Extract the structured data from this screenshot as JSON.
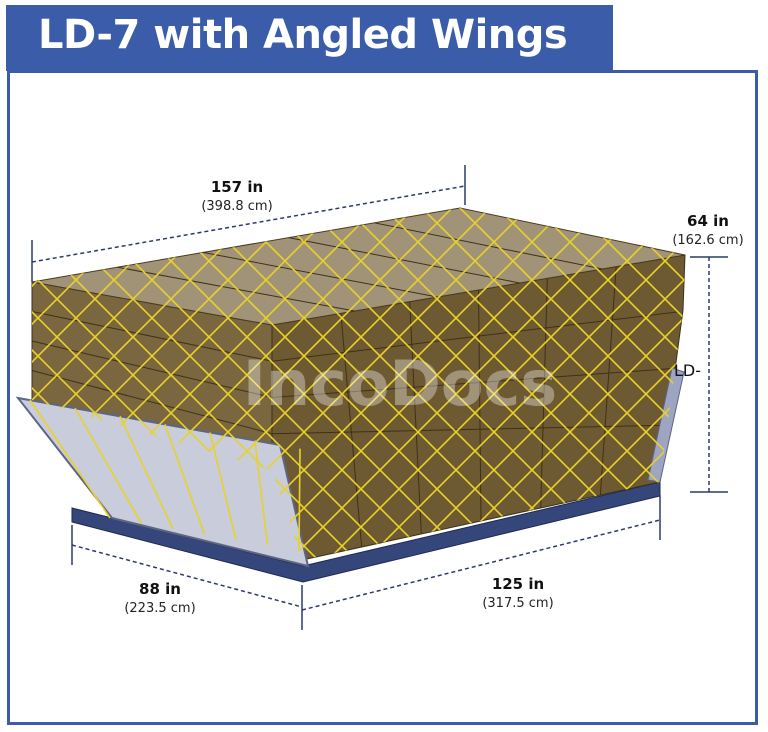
{
  "title": "LD-7 with Angled Wings",
  "watermark": "IncoDocs",
  "dimensions": {
    "length": {
      "imperial": "157 in",
      "metric": "(398.8 cm)"
    },
    "height": {
      "imperial": "64 in",
      "metric": "(162.6 cm)"
    },
    "width": {
      "imperial": "88 in",
      "metric": "(223.5 cm)"
    },
    "depth": {
      "imperial": "125 in",
      "metric": "(317.5 cm)"
    }
  },
  "side_label": "LD-",
  "colors": {
    "frame": "#3a5ca9",
    "cargo_top": "#a19377",
    "cargo_side": "#6e5a32",
    "net": "#e8d22a",
    "wing": "#c9ccdb",
    "pallet": "#34467a",
    "dimension_line": "#2b3a6b"
  }
}
